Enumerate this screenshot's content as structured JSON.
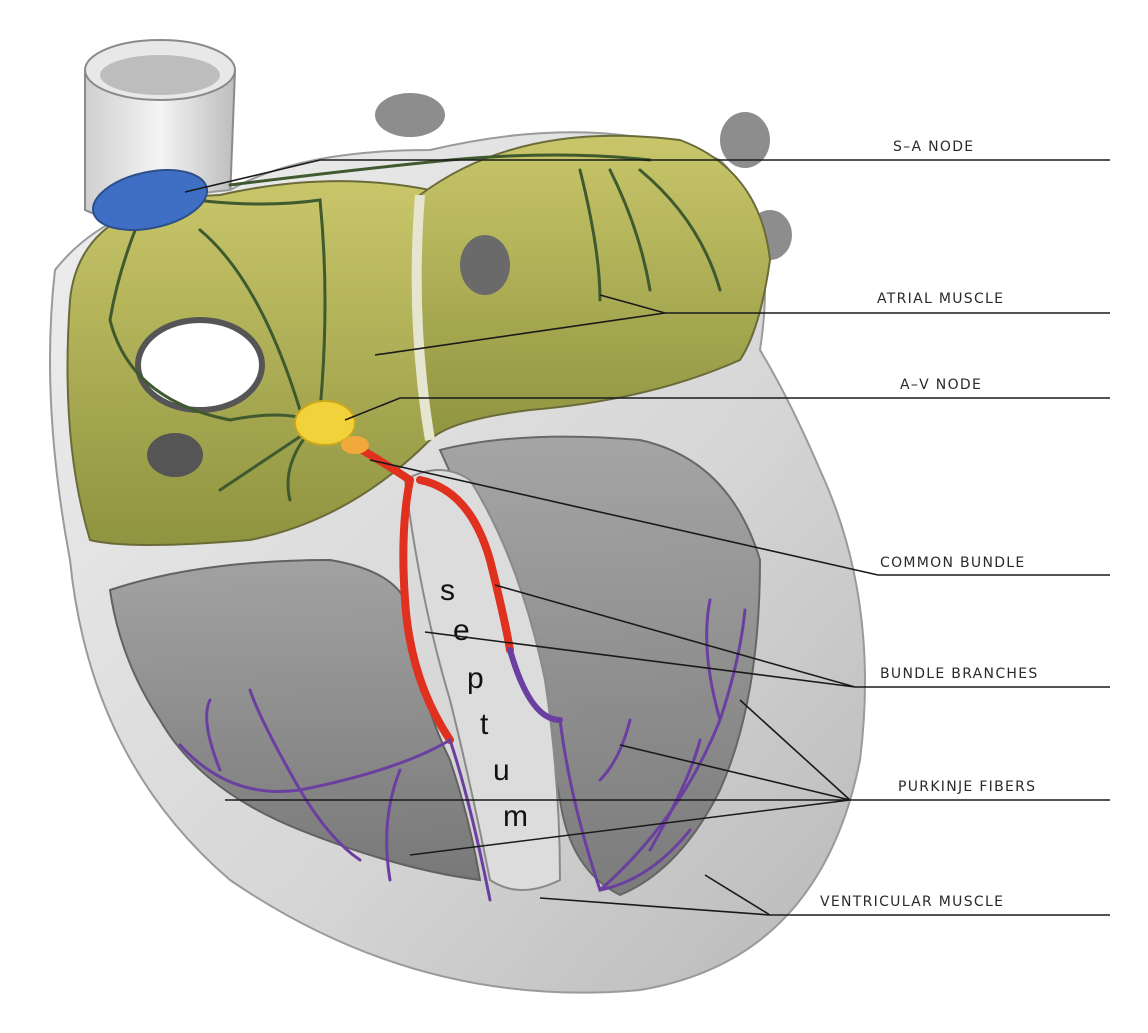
{
  "diagram": {
    "labels": {
      "sa_node": "S–A NODE",
      "atrial_muscle": "ATRIAL MUSCLE",
      "av_node": "A–V NODE",
      "common_bundle": "COMMON BUNDLE",
      "bundle_branches": "BUNDLE BRANCHES",
      "purkinje_fibers": "PURKINJE FIBERS",
      "ventricular_muscle": "VENTRICULAR MUSCLE"
    },
    "septum_letters": [
      "s",
      "e",
      "p",
      "t",
      "u",
      "m"
    ],
    "colors": {
      "sa_node": "#3f6fc4",
      "av_node": "#f2d23a",
      "bundle": "#e0301e",
      "purkinje": "#6a3fa0",
      "atrial_wall": "#b9bb5a",
      "conduction_paths": "#3f5a2e",
      "ventricle_wall": "#d9d9d9"
    }
  }
}
